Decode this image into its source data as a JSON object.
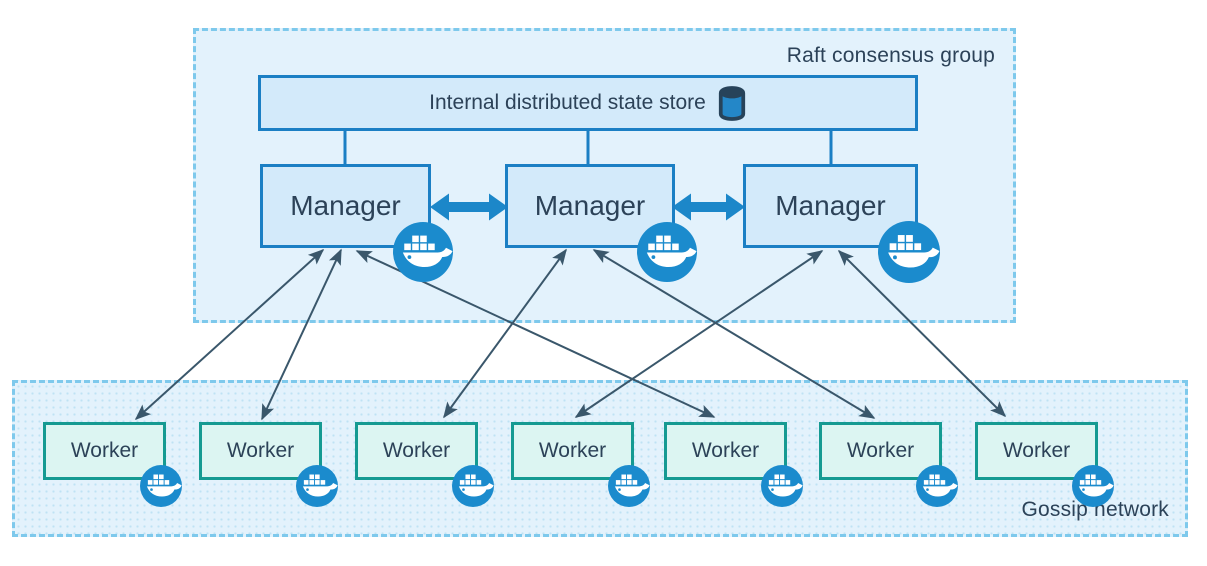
{
  "raft_group": {
    "label": "Raft consensus group",
    "state_store": {
      "label": "Internal distributed state store",
      "icon": "database-icon"
    },
    "managers": [
      {
        "label": "Manager",
        "icon": "docker-whale-icon"
      },
      {
        "label": "Manager",
        "icon": "docker-whale-icon"
      },
      {
        "label": "Manager",
        "icon": "docker-whale-icon"
      }
    ],
    "peer_links": [
      {
        "from": "manager-1",
        "to": "manager-2",
        "style": "thick-double-arrow"
      },
      {
        "from": "manager-2",
        "to": "manager-3",
        "style": "thick-double-arrow"
      }
    ],
    "store_links": [
      {
        "from": "state-store",
        "to": "manager-1"
      },
      {
        "from": "state-store",
        "to": "manager-2"
      },
      {
        "from": "state-store",
        "to": "manager-3"
      }
    ]
  },
  "gossip_network": {
    "label": "Gossip network",
    "workers": [
      {
        "label": "Worker",
        "icon": "docker-whale-icon"
      },
      {
        "label": "Worker",
        "icon": "docker-whale-icon"
      },
      {
        "label": "Worker",
        "icon": "docker-whale-icon"
      },
      {
        "label": "Worker",
        "icon": "docker-whale-icon"
      },
      {
        "label": "Worker",
        "icon": "docker-whale-icon"
      },
      {
        "label": "Worker",
        "icon": "docker-whale-icon"
      },
      {
        "label": "Worker",
        "icon": "docker-whale-icon"
      }
    ]
  },
  "manager_worker_links": [
    {
      "from": "manager-1",
      "to": "worker-1",
      "style": "double-arrow"
    },
    {
      "from": "manager-1",
      "to": "worker-2",
      "style": "double-arrow"
    },
    {
      "from": "manager-1",
      "to": "worker-5",
      "style": "double-arrow"
    },
    {
      "from": "manager-2",
      "to": "worker-3",
      "style": "double-arrow"
    },
    {
      "from": "manager-2",
      "to": "worker-6",
      "style": "double-arrow"
    },
    {
      "from": "manager-3",
      "to": "worker-4",
      "style": "double-arrow"
    },
    {
      "from": "manager-3",
      "to": "worker-7",
      "style": "double-arrow"
    }
  ],
  "colors": {
    "box_blue_border": "#1b7fc4",
    "box_blue_fill": "#d3eafa",
    "region_fill": "#e3f2fc",
    "region_border": "#7ec9ec",
    "worker_border": "#159a92",
    "worker_fill": "#dcf5f2",
    "docker_blue": "#1b8bcd",
    "arrow_thick_blue": "#1c87c9",
    "arrow_dark": "#3a576b",
    "text_dark": "#2c4258",
    "db_icon_body": "#2487c8",
    "db_icon_outline": "#27435a"
  }
}
